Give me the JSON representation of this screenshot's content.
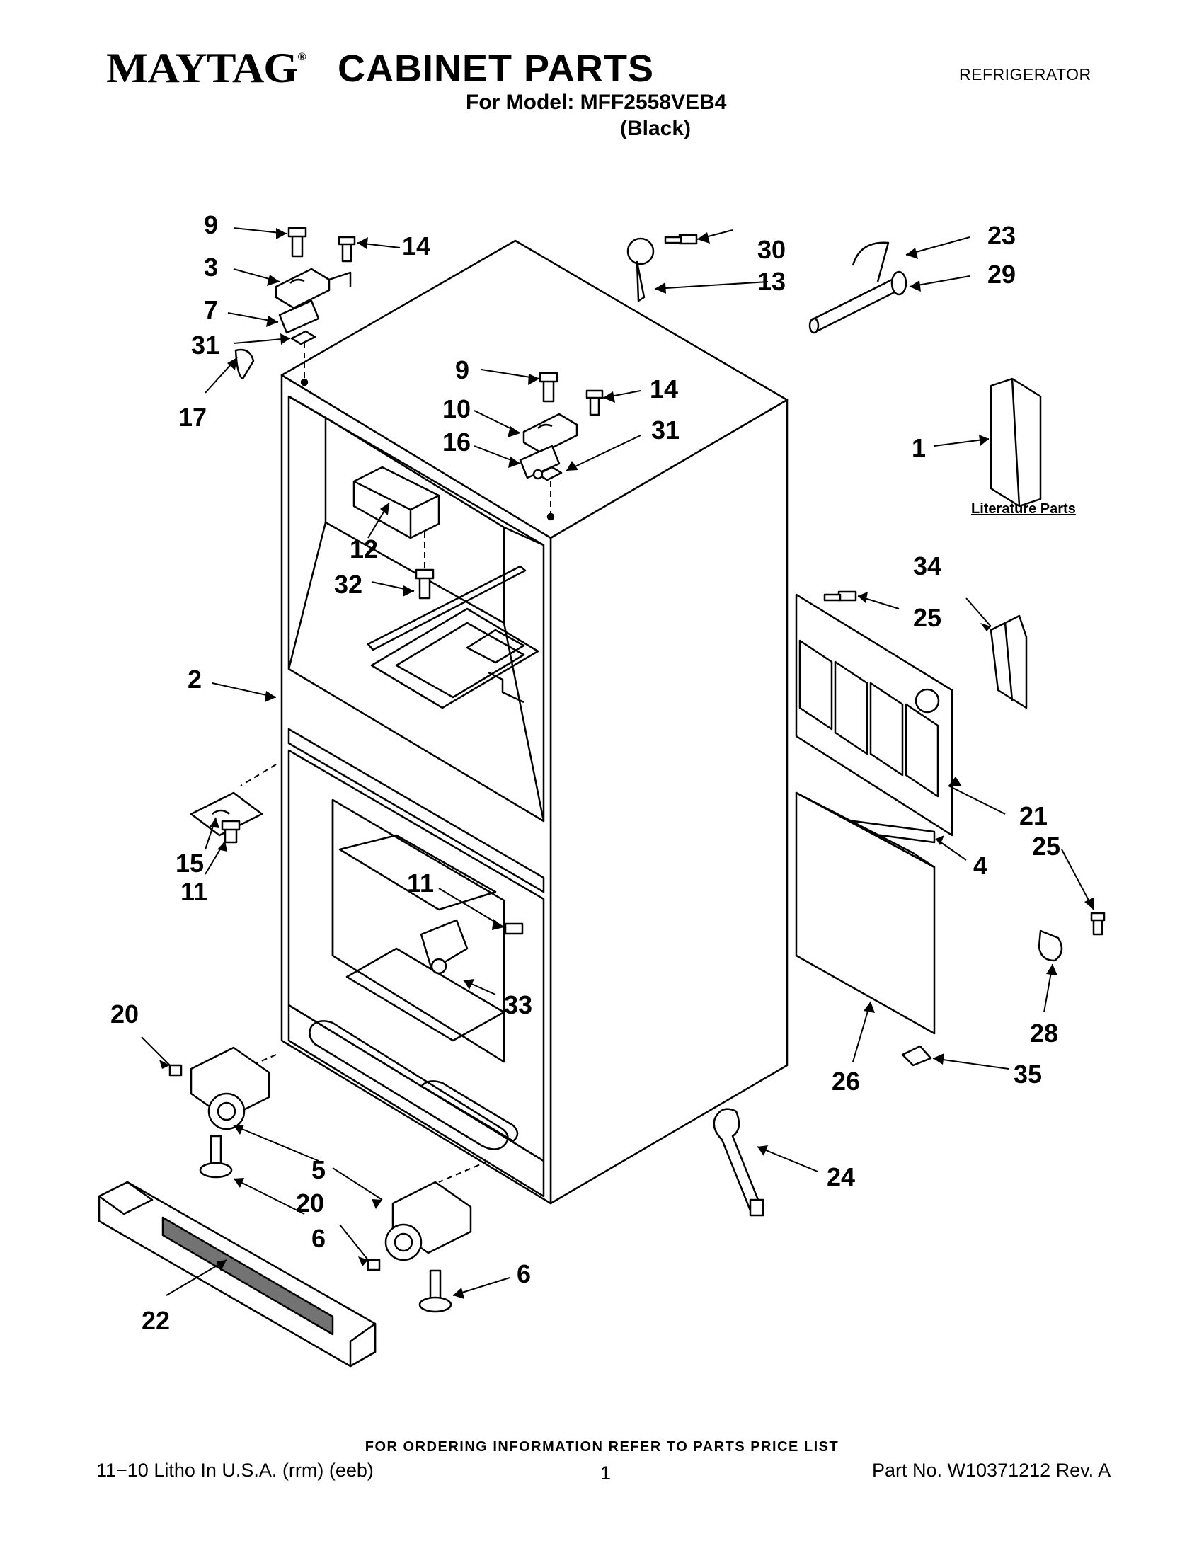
{
  "header": {
    "brand": "MAYTAG",
    "brand_mark": "®",
    "title": "CABINET PARTS",
    "model_line": "For Model: MFF2558VEB4",
    "color_line": "(Black)",
    "category": "REFRIGERATOR"
  },
  "literature_label": "Literature Parts",
  "callouts": [
    {
      "id": "c9a",
      "num": "9"
    },
    {
      "id": "c14a",
      "num": "14"
    },
    {
      "id": "c3",
      "num": "3"
    },
    {
      "id": "c7",
      "num": "7"
    },
    {
      "id": "c31a",
      "num": "31"
    },
    {
      "id": "c17",
      "num": "17"
    },
    {
      "id": "c30",
      "num": "30"
    },
    {
      "id": "c13",
      "num": "13"
    },
    {
      "id": "c23",
      "num": "23"
    },
    {
      "id": "c29",
      "num": "29"
    },
    {
      "id": "c9b",
      "num": "9"
    },
    {
      "id": "c14b",
      "num": "14"
    },
    {
      "id": "c10",
      "num": "10"
    },
    {
      "id": "c16",
      "num": "16"
    },
    {
      "id": "c31b",
      "num": "31"
    },
    {
      "id": "c1",
      "num": "1"
    },
    {
      "id": "c12",
      "num": "12"
    },
    {
      "id": "c32",
      "num": "32"
    },
    {
      "id": "c34",
      "num": "34"
    },
    {
      "id": "c25a",
      "num": "25"
    },
    {
      "id": "c2",
      "num": "2"
    },
    {
      "id": "c21",
      "num": "21"
    },
    {
      "id": "c25b",
      "num": "25"
    },
    {
      "id": "c15",
      "num": "15"
    },
    {
      "id": "c11a",
      "num": "11"
    },
    {
      "id": "c4",
      "num": "4"
    },
    {
      "id": "c11b",
      "num": "11"
    },
    {
      "id": "c33",
      "num": "33"
    },
    {
      "id": "c20a",
      "num": "20"
    },
    {
      "id": "c28",
      "num": "28"
    },
    {
      "id": "c26",
      "num": "26"
    },
    {
      "id": "c35",
      "num": "35"
    },
    {
      "id": "c5",
      "num": "5"
    },
    {
      "id": "c20b",
      "num": "20"
    },
    {
      "id": "c24",
      "num": "24"
    },
    {
      "id": "c6a",
      "num": "6"
    },
    {
      "id": "c6b",
      "num": "6"
    },
    {
      "id": "c22",
      "num": "22"
    }
  ],
  "footer": {
    "ordering_note": "FOR ORDERING INFORMATION REFER TO PARTS PRICE LIST",
    "litho": "11−10 Litho In U.S.A. (rrm) (eeb)",
    "page": "1",
    "part_no": "Part No. W10371212 Rev. A"
  }
}
